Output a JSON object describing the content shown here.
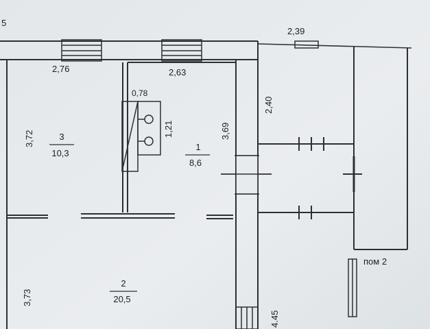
{
  "plan": {
    "corner_fragment": "5",
    "annexe_label": "пом 2",
    "dimensions": {
      "d_2_76": "2,76",
      "d_2_63": "2,63",
      "d_2_39": "2,39",
      "d_0_78": "0,78",
      "d_1_21": "1,21",
      "d_3_72": "3,72",
      "d_3_69": "3,69",
      "d_2_40": "2,40",
      "d_3_73": "3,73",
      "d_4_45": "4.45"
    },
    "rooms": [
      {
        "number": "3",
        "area": "10,3"
      },
      {
        "number": "1",
        "area": "8,6"
      },
      {
        "number": "2",
        "area": "20,5"
      }
    ]
  }
}
